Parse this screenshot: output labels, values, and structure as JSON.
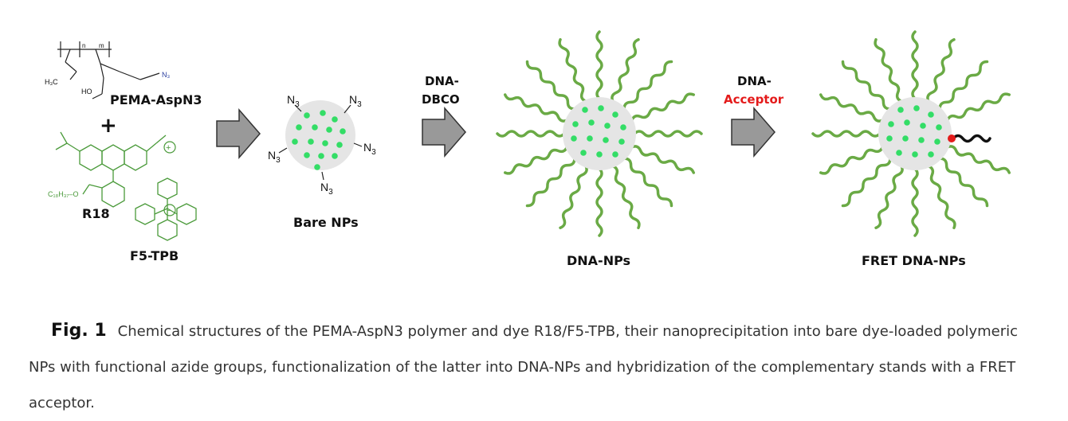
{
  "figure": {
    "polymer_label": "PEMA-AspN3",
    "plus": "+",
    "dye_label": "R18",
    "counterion_label": "F5-TPB",
    "chem_h3c": "H₃C",
    "chem_ho": "HO",
    "chem_n3": "N₃",
    "chem_c18": "C₁₈H₃₇–O",
    "chem_m": "m",
    "chem_n": "n",
    "azide": "N",
    "azide_sub": "3",
    "bare_label": "Bare NPs",
    "step2_line1": "DNA-",
    "step2_line2": "DBCO",
    "dna_label": "DNA-NPs",
    "step3_line1": "DNA-",
    "step3_line2": "Acceptor",
    "fret_label": "FRET DNA-NPs",
    "colors": {
      "dye_green": "#33dd66",
      "strand_green": "#6aaa45",
      "particle_gray": "#e5e5e5",
      "arrow_gray": "#999999",
      "acceptor_red": "#e41b1b"
    }
  },
  "caption": {
    "label": "Fig. 1",
    "text": "Chemical structures of the PEMA-AspN3 polymer and dye R18/F5-TPB, their nanoprecipitation into bare dye-loaded polymeric NPs with functional azide groups, functionalization of the latter into DNA-NPs and hybridization of the complementary stands with a FRET acceptor."
  }
}
